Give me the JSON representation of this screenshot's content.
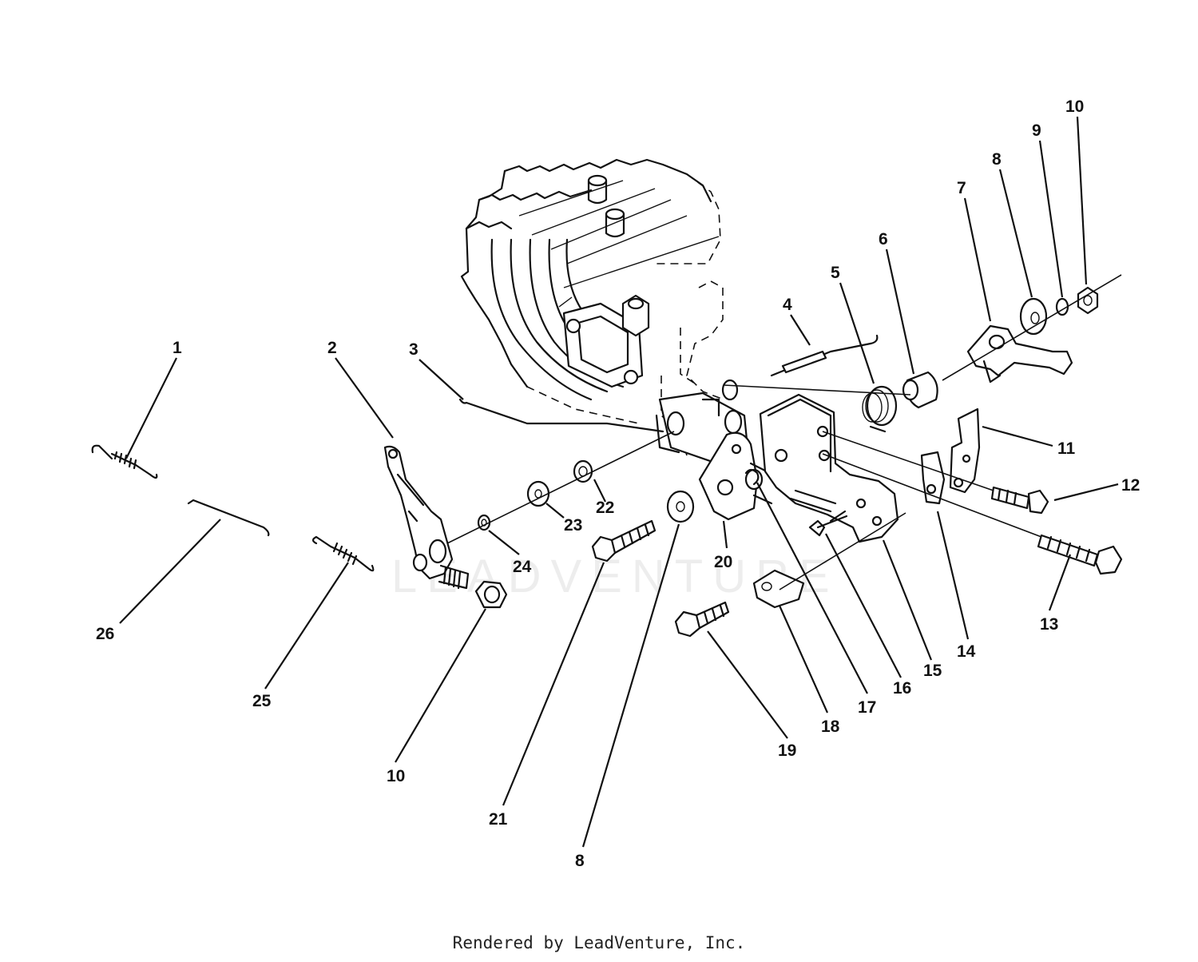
{
  "footer": {
    "text": "Rendered by LeadVenture, Inc."
  },
  "watermark": {
    "text": "LEADVENTURE"
  },
  "callouts": [
    {
      "id": "c1",
      "label": "1"
    },
    {
      "id": "c2",
      "label": "2"
    },
    {
      "id": "c3",
      "label": "3"
    },
    {
      "id": "c4",
      "label": "4"
    },
    {
      "id": "c5",
      "label": "5"
    },
    {
      "id": "c6",
      "label": "6"
    },
    {
      "id": "c7",
      "label": "7"
    },
    {
      "id": "c8a",
      "label": "8"
    },
    {
      "id": "c9",
      "label": "9"
    },
    {
      "id": "c10a",
      "label": "10"
    },
    {
      "id": "c11",
      "label": "11"
    },
    {
      "id": "c12",
      "label": "12"
    },
    {
      "id": "c13",
      "label": "13"
    },
    {
      "id": "c14",
      "label": "14"
    },
    {
      "id": "c15",
      "label": "15"
    },
    {
      "id": "c16",
      "label": "16"
    },
    {
      "id": "c17",
      "label": "17"
    },
    {
      "id": "c18",
      "label": "18"
    },
    {
      "id": "c19",
      "label": "19"
    },
    {
      "id": "c20",
      "label": "20"
    },
    {
      "id": "c21",
      "label": "21"
    },
    {
      "id": "c22",
      "label": "22"
    },
    {
      "id": "c23",
      "label": "23"
    },
    {
      "id": "c24",
      "label": "24"
    },
    {
      "id": "c25",
      "label": "25"
    },
    {
      "id": "c26",
      "label": "26"
    },
    {
      "id": "c10b",
      "label": "10"
    },
    {
      "id": "c8b",
      "label": "8"
    }
  ]
}
